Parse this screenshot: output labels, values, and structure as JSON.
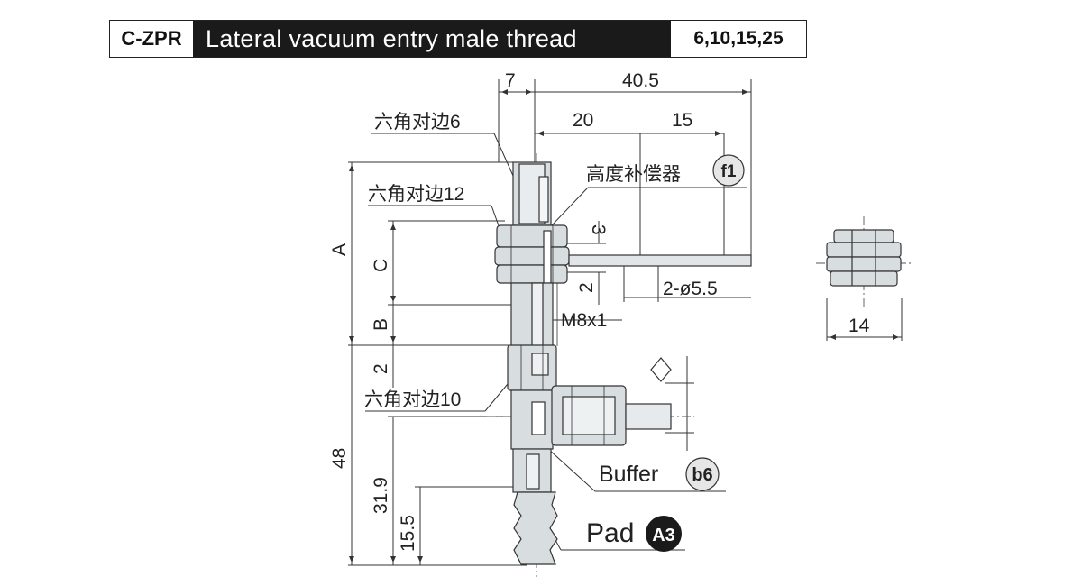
{
  "header": {
    "code": "C-ZPR",
    "title": "Lateral vacuum entry male thread",
    "sizes": "6,10,15,25"
  },
  "dimensions": {
    "d_7": "7",
    "d_40_5": "40.5",
    "d_20": "20",
    "d_15": "15",
    "d_3": "3",
    "d_2_upper": "2",
    "d_2_lower": "2",
    "d_A": "A",
    "d_B": "B",
    "d_C": "C",
    "d_48": "48",
    "d_31_9": "31.9",
    "d_15_5": "15.5",
    "d_14": "14",
    "holes": "2-ø5.5",
    "thread": "M8x1"
  },
  "callouts": {
    "hex6": "六角对边6",
    "hex12": "六角对边12",
    "hex10": "六角对边10",
    "height_comp": "高度补偿器",
    "height_comp_badge": "f1",
    "buffer": "Buffer",
    "buffer_badge": "b6",
    "pad": "Pad",
    "pad_badge": "A3"
  },
  "colors": {
    "part_fill": "#d8dde0",
    "line": "#333333",
    "badge_light": "#e6e6e6",
    "badge_dark": "#1a1a1a"
  }
}
